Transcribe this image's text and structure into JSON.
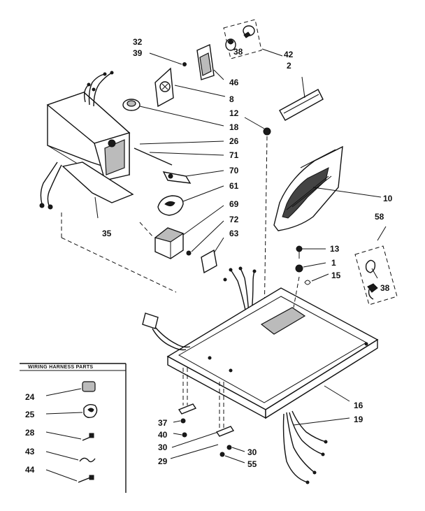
{
  "labels": {
    "l32": "32",
    "l39": "39",
    "l38a": "38",
    "l42": "42",
    "l2": "2",
    "l46": "46",
    "l8": "8",
    "l12": "12",
    "l18": "18",
    "l26": "26",
    "l71": "71",
    "l70": "70",
    "l61": "61",
    "l10": "10",
    "l69": "69",
    "l72": "72",
    "l63": "63",
    "l35": "35",
    "l58": "58",
    "l13": "13",
    "l1": "1",
    "l15": "15",
    "l38b": "38",
    "l16": "16",
    "l19": "19",
    "l24": "24",
    "l25": "25",
    "l28": "28",
    "l43": "43",
    "l44": "44",
    "l37": "37",
    "l40": "40",
    "l30a": "30",
    "l29": "29",
    "l30b": "30",
    "l55": "55"
  },
  "box_title": "WIRING HARNESS PARTS"
}
